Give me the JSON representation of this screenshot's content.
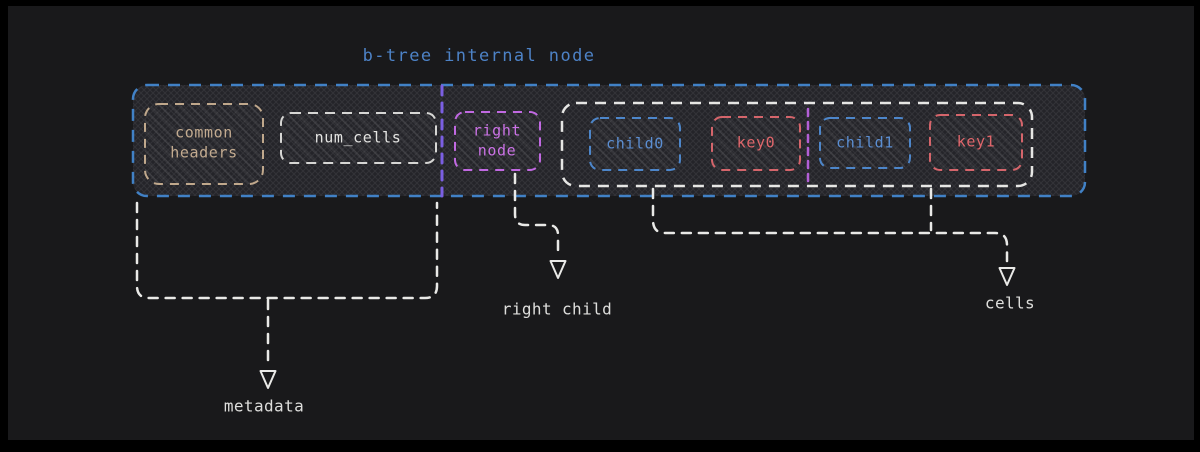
{
  "title": "b-tree internal node",
  "node": {
    "common_headers": "common\nheaders",
    "num_cells": "num_cells",
    "right_node": "right\nnode",
    "child0": "child0",
    "key0": "key0",
    "child1": "child1",
    "key1": "key1"
  },
  "annotations": {
    "metadata": "metadata",
    "right_child": "right child",
    "cells": "cells"
  },
  "colors": {
    "background": "#19191b",
    "frame": "#000000",
    "blue_accent": "#4181c6",
    "tan": "#c0a88c",
    "light_gray": "#d6d6d4",
    "violet_divider": "#7b5fe2",
    "magenta": "#c169e2",
    "magenta_divider": "#b25fd6",
    "red": "#d5656b",
    "white_stroke": "#e9e9e7"
  }
}
